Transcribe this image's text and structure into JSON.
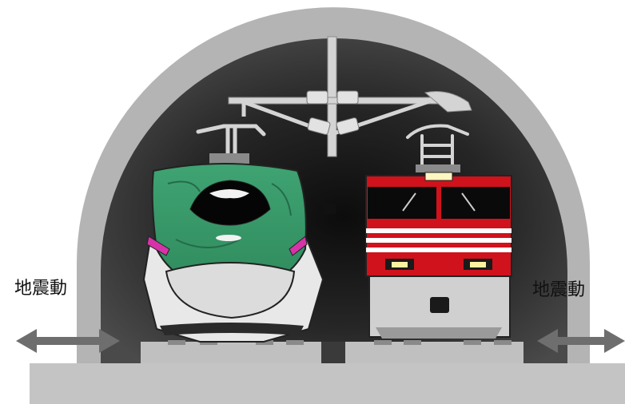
{
  "labels": {
    "left": "地震動",
    "right": "地震動"
  },
  "colors": {
    "tunnel_lining": "#b4b4b4",
    "tunnel_interior": "#2a2a2a",
    "ground": "#c4c4c4",
    "arrow": "#6e6e6e",
    "shinkansen_body": "#3fa372",
    "shinkansen_stripe": "#d633a8",
    "locomotive_red": "#d0121c",
    "overhead_wire": "#d4d4d4"
  },
  "icons": {
    "left_arrow": "double-arrow-horizontal",
    "right_arrow": "double-arrow-horizontal"
  }
}
